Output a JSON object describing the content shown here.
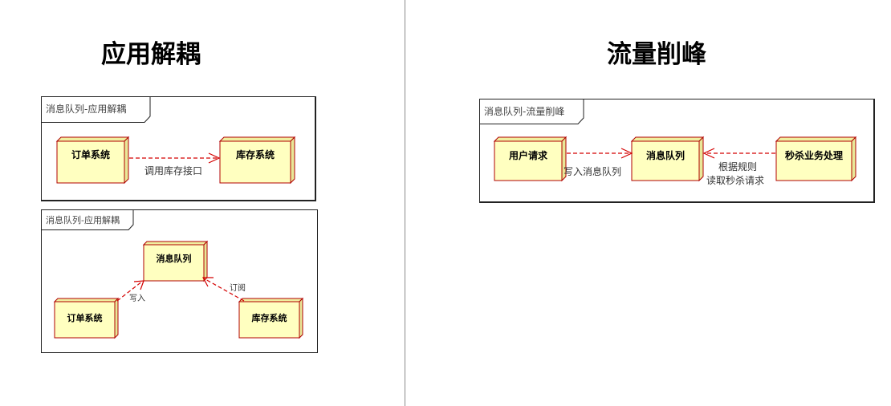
{
  "left_heading": "应用解耦",
  "right_heading": "流量削峰",
  "diagram1": {
    "title": "消息队列-应用解耦",
    "nodes": {
      "order": "订单系统",
      "inventory": "库存系统"
    },
    "edge_label": "调用库存接口"
  },
  "diagram2": {
    "title": "消息队列-应用解耦",
    "nodes": {
      "queue": "消息队列",
      "order": "订单系统",
      "inventory": "库存系统"
    },
    "edge_write": "写入",
    "edge_subscribe": "订阅"
  },
  "diagram3": {
    "title": "消息队列-流量削峰",
    "nodes": {
      "user": "用户请求",
      "queue": "消息队列",
      "seckill": "秒杀业务处理"
    },
    "edge_write": "写入消息队列",
    "edge_read_line1": "根据规则",
    "edge_read_line2": "读取秒杀请求"
  },
  "colors": {
    "node_fill": "#ffffc0",
    "node_side": "#f0f0a0",
    "node_border": "#b00000",
    "arrow": "#d40000"
  }
}
